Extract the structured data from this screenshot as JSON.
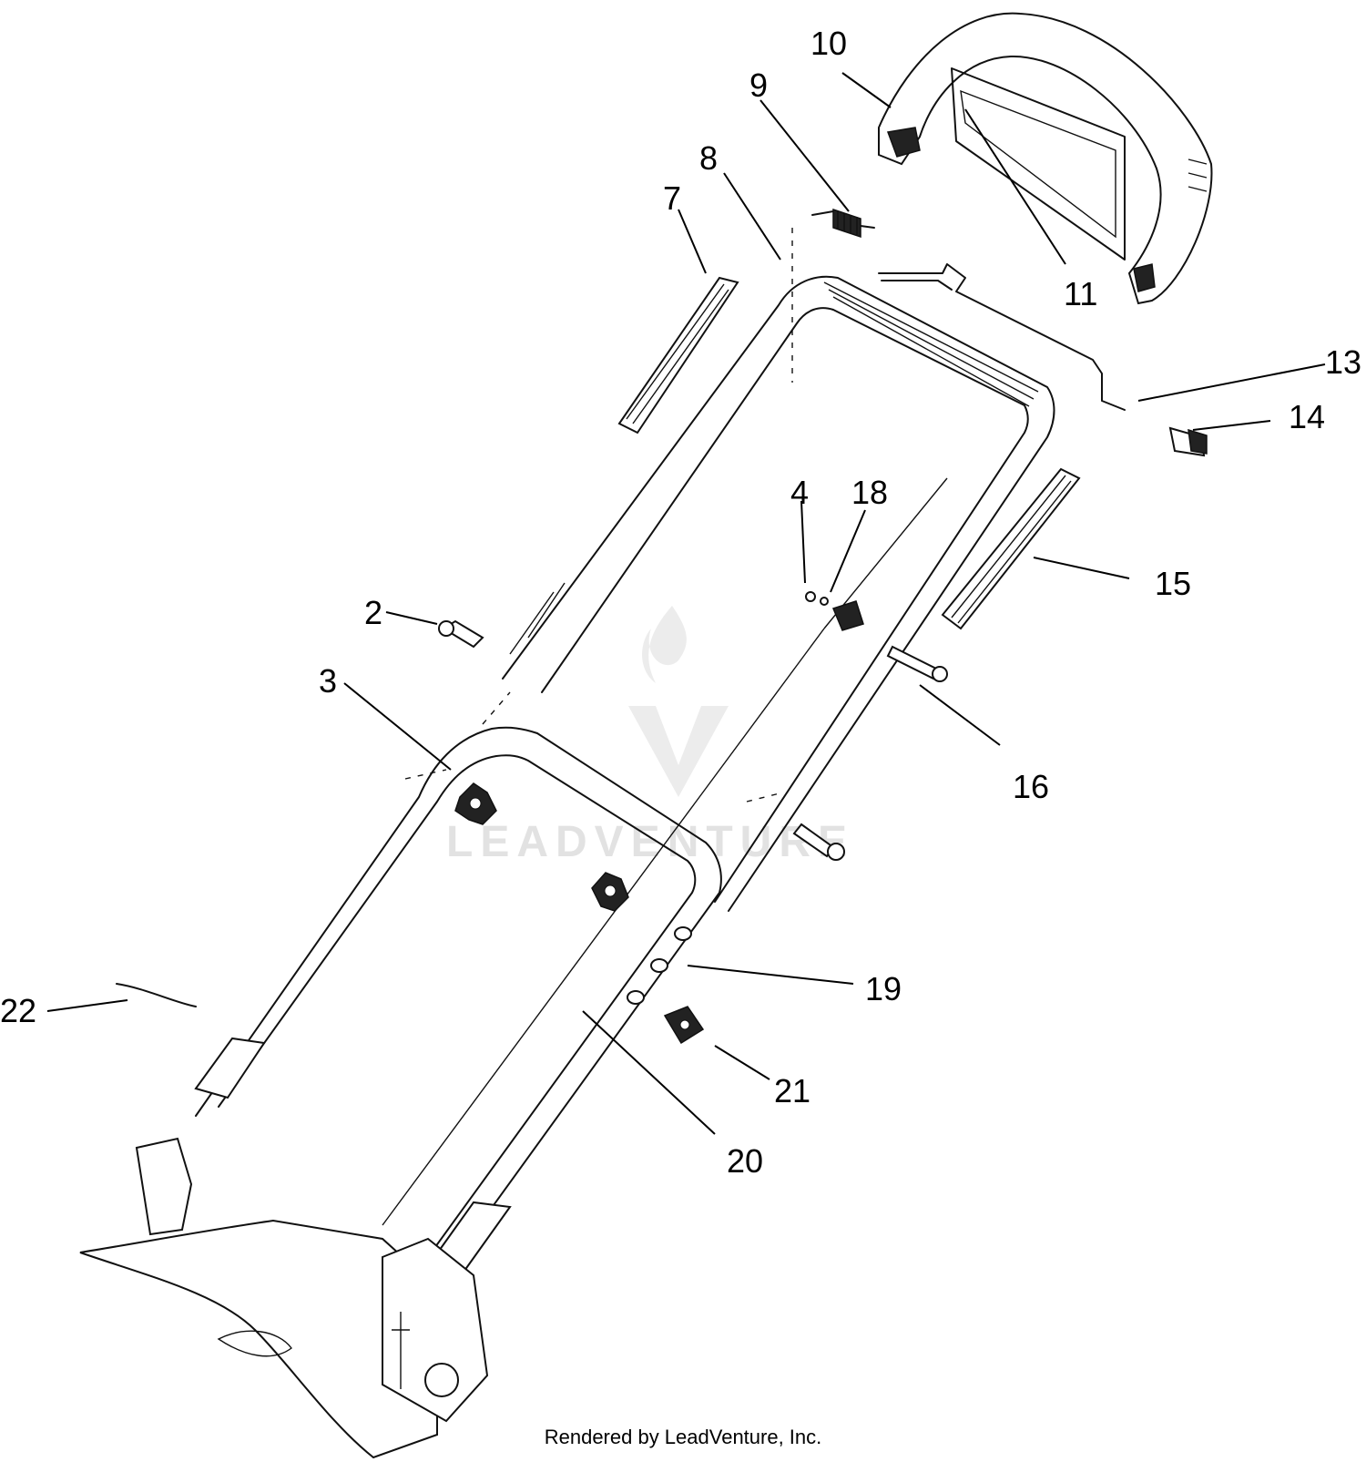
{
  "callouts": {
    "c2": "2",
    "c3": "3",
    "c4": "4",
    "c7": "7",
    "c8": "8",
    "c9": "9",
    "c10": "10",
    "c11": "11",
    "c13": "13",
    "c14": "14",
    "c15": "15",
    "c16": "16",
    "c18": "18",
    "c19": "19",
    "c20": "20",
    "c21": "21",
    "c22": "22"
  },
  "watermark": {
    "brand": "LEADVENTURE"
  },
  "footer": {
    "text": "Rendered by LeadVenture, Inc."
  }
}
